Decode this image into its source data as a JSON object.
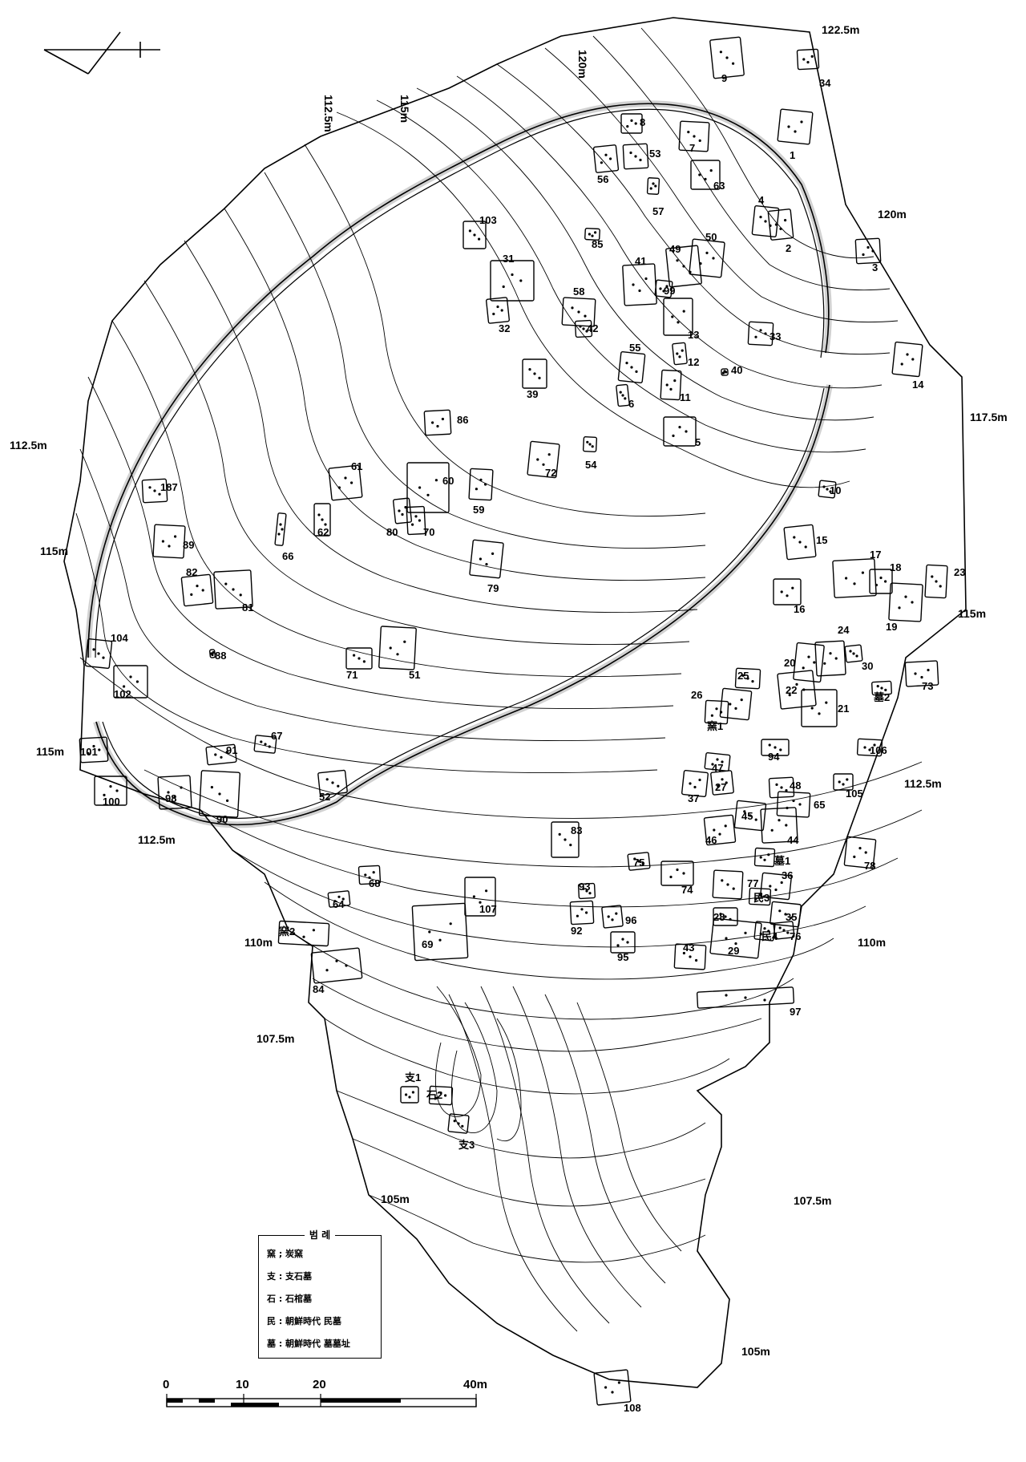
{
  "elevation_labels": {
    "e122_5_top": "122.5m",
    "e120_top": "120m",
    "e115_top": "115m",
    "e112_5_top": "112.5m",
    "e120_right": "120m",
    "e117_5_right": "117.5m",
    "e112_5_left": "112.5m",
    "e115_left": "115m",
    "e115_right": "115m",
    "e115_left2": "115m",
    "e112_5_right": "112.5m",
    "e112_5_left2": "112.5m",
    "e110_left": "110m",
    "e110_right": "110m",
    "e107_5_left": "107.5m",
    "e105_left": "105m",
    "e107_5_right": "107.5m",
    "e105_right": "105m"
  },
  "features": [
    {
      "id": "9"
    },
    {
      "id": "34"
    },
    {
      "id": "8"
    },
    {
      "id": "7"
    },
    {
      "id": "1"
    },
    {
      "id": "56"
    },
    {
      "id": "53"
    },
    {
      "id": "63"
    },
    {
      "id": "57"
    },
    {
      "id": "4"
    },
    {
      "id": "2"
    },
    {
      "id": "3"
    },
    {
      "id": "103"
    },
    {
      "id": "85"
    },
    {
      "id": "50"
    },
    {
      "id": "49"
    },
    {
      "id": "41"
    },
    {
      "id": "31"
    },
    {
      "id": "58"
    },
    {
      "id": "99"
    },
    {
      "id": "32"
    },
    {
      "id": "42"
    },
    {
      "id": "13"
    },
    {
      "id": "33"
    },
    {
      "id": "55"
    },
    {
      "id": "12"
    },
    {
      "id": "40"
    },
    {
      "id": "39"
    },
    {
      "id": "11"
    },
    {
      "id": "14"
    },
    {
      "id": "6"
    },
    {
      "id": "86"
    },
    {
      "id": "5"
    },
    {
      "id": "54"
    },
    {
      "id": "72"
    },
    {
      "id": "61"
    },
    {
      "id": "187"
    },
    {
      "id": "60"
    },
    {
      "id": "59"
    },
    {
      "id": "10"
    },
    {
      "id": "80"
    },
    {
      "id": "70"
    },
    {
      "id": "62"
    },
    {
      "id": "89"
    },
    {
      "id": "66"
    },
    {
      "id": "15"
    },
    {
      "id": "17"
    },
    {
      "id": "18"
    },
    {
      "id": "23"
    },
    {
      "id": "79"
    },
    {
      "id": "82"
    },
    {
      "id": "81"
    },
    {
      "id": "16"
    },
    {
      "id": "19"
    },
    {
      "id": "104"
    },
    {
      "id": "88"
    },
    {
      "id": "24"
    },
    {
      "id": "71"
    },
    {
      "id": "51"
    },
    {
      "id": "20"
    },
    {
      "id": "30"
    },
    {
      "id": "73"
    },
    {
      "id": "102"
    },
    {
      "id": "25"
    },
    {
      "id": "26"
    },
    {
      "id": "22"
    },
    {
      "id": "墓2"
    },
    {
      "id": "21"
    },
    {
      "id": "窯1"
    },
    {
      "id": "67"
    },
    {
      "id": "91"
    },
    {
      "id": "101"
    },
    {
      "id": "94"
    },
    {
      "id": "106"
    },
    {
      "id": "47"
    },
    {
      "id": "52"
    },
    {
      "id": "98"
    },
    {
      "id": "100"
    },
    {
      "id": "90"
    },
    {
      "id": "37"
    },
    {
      "id": "27"
    },
    {
      "id": "48"
    },
    {
      "id": "105"
    },
    {
      "id": "65"
    },
    {
      "id": "45"
    },
    {
      "id": "46"
    },
    {
      "id": "44"
    },
    {
      "id": "83"
    },
    {
      "id": "墓1"
    },
    {
      "id": "78"
    },
    {
      "id": "75"
    },
    {
      "id": "68"
    },
    {
      "id": "74"
    },
    {
      "id": "77"
    },
    {
      "id": "36"
    },
    {
      "id": "64"
    },
    {
      "id": "93"
    },
    {
      "id": "107"
    },
    {
      "id": "民3"
    },
    {
      "id": "35"
    },
    {
      "id": "96"
    },
    {
      "id": "92"
    },
    {
      "id": "28"
    },
    {
      "id": "窯2"
    },
    {
      "id": "民4"
    },
    {
      "id": "76"
    },
    {
      "id": "69"
    },
    {
      "id": "95"
    },
    {
      "id": "43"
    },
    {
      "id": "29"
    },
    {
      "id": "84"
    },
    {
      "id": "97"
    },
    {
      "id": "支1"
    },
    {
      "id": "石2"
    },
    {
      "id": "支3"
    },
    {
      "id": "108"
    }
  ],
  "legend": {
    "title": "범 례",
    "items": [
      "窯 ; 炭窯",
      "支 : 支石墓",
      "石 : 石棺墓",
      "民 : 朝鮮時代 民墓",
      "墓 : 朝鮮時代 墓墓址"
    ]
  },
  "scale_bar": {
    "labels": [
      "0",
      "10",
      "20",
      "40m"
    ]
  }
}
